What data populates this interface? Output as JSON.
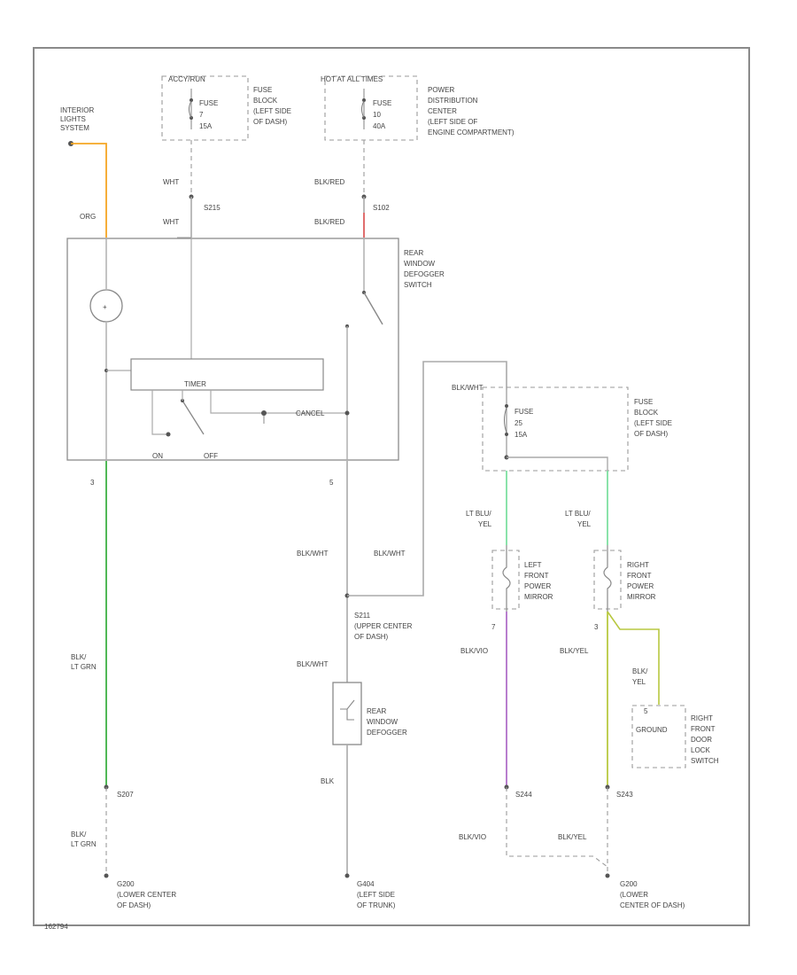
{
  "colors": {
    "wire_gray": "#aaaaaa",
    "wire_orange": "#f5a623",
    "wire_green": "#3cb043",
    "wire_red": "#d84848",
    "wire_lightgreen": "#7de0a0",
    "wire_violet": "#b070c8",
    "wire_yellowgreen": "#b8c840",
    "wire_black": "#555555"
  },
  "fuse_7": {
    "hot_label": "ACCY/RUN",
    "fuse_name": "FUSE",
    "fuse_number": "7",
    "amperage": "15A",
    "location": [
      "FUSE",
      "BLOCK",
      "(LEFT SIDE",
      "OF DASH)"
    ]
  },
  "fuse_10": {
    "hot_label": "HOT AT ALL TIMES",
    "fuse_name": "FUSE",
    "fuse_number": "10",
    "amperage": "40A",
    "location": [
      "POWER",
      "DISTRIBUTION",
      "CENTER",
      "(LEFT SIDE OF",
      "ENGINE COMPARTMENT)"
    ]
  },
  "fuse_25": {
    "fuse_name": "FUSE",
    "fuse_number": "25",
    "amperage": "15A",
    "location": [
      "FUSE",
      "BLOCK",
      "(LEFT SIDE",
      "OF DASH)"
    ]
  },
  "wires": {
    "interior_lights": [
      "INTERIOR",
      "LIGHTS",
      "SYSTEM"
    ],
    "org": "ORG",
    "wht_upper": "WHT",
    "wht_lower": "WHT",
    "splice_s215": "S215",
    "blk_red_upper": "BLK/RED",
    "blk_red_lower": "BLK/RED",
    "splice_s102": "S102",
    "blk_wht_top": "BLK/WHT",
    "blk_wht_left": "BLK/WHT",
    "blk_wht_right": "BLK/WHT",
    "blk_wht_lower": "BLK/WHT",
    "blk_ltgrn_upper": [
      "BLK/",
      "LT GRN"
    ],
    "blk_ltgrn_lower": [
      "BLK/",
      "LT GRN"
    ],
    "blk": "BLK",
    "lt_blu_yel_left": [
      "LT BLU/",
      "YEL"
    ],
    "lt_blu_yel_right": [
      "LT BLU/",
      "YEL"
    ],
    "blk_vio_upper": "BLK/VIO",
    "blk_vio_lower": "BLK/VIO",
    "blk_yel_upper": "BLK/YEL",
    "blk_yel_lower": "BLK/YEL",
    "blk_yel_mid": [
      "BLK/",
      "YEL"
    ]
  },
  "switch": {
    "name": [
      "REAR",
      "WINDOW",
      "DEFOGGER",
      "SWITCH"
    ],
    "timer": "TIMER",
    "on": "ON",
    "off": "OFF",
    "cancel": "CANCEL",
    "lamp_symbol": "+",
    "pin_left_bottom": "3",
    "pin_right_bottom": "5"
  },
  "splice_s211": [
    "S211",
    "(UPPER CENTER",
    "OF DASH)"
  ],
  "defogger": [
    "REAR",
    "WINDOW",
    "DEFOGGER"
  ],
  "left_mirror": [
    "LEFT",
    "FRONT",
    "POWER",
    "MIRROR"
  ],
  "right_mirror": [
    "RIGHT",
    "FRONT",
    "POWER",
    "MIRROR"
  ],
  "left_mirror_pin": "7",
  "right_mirror_pin": "3",
  "door_lock": {
    "pin": "5",
    "ground": "GROUND",
    "name": [
      "RIGHT",
      "FRONT",
      "DOOR",
      "LOCK",
      "SWITCH"
    ]
  },
  "splice_s207": "S207",
  "splice_s244": "S244",
  "splice_s243": "S243",
  "ground_left": [
    "G200",
    "(LOWER CENTER",
    "OF DASH)"
  ],
  "ground_mid": [
    "G404",
    "(LEFT SIDE",
    "OF TRUNK)"
  ],
  "ground_right": [
    "G200",
    "(LOWER",
    "CENTER OF DASH)"
  ],
  "figure_id": "162794"
}
